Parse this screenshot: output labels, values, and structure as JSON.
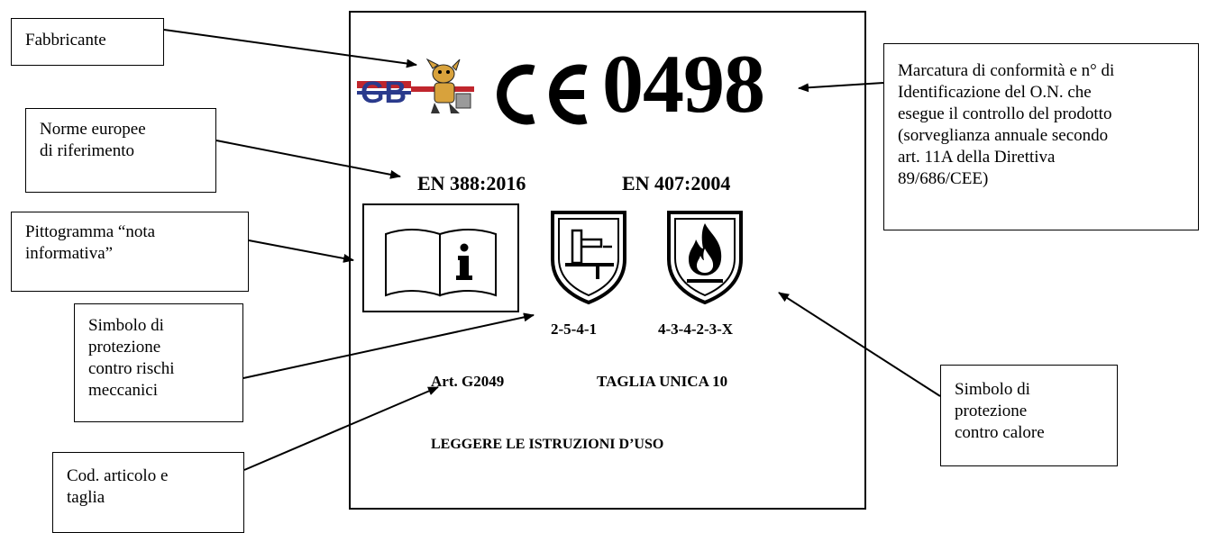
{
  "callouts": {
    "fabbricante": [
      "Fabbricante"
    ],
    "norme": [
      "Norme europee",
      "di riferimento"
    ],
    "pittogramma": [
      "Pittogramma “nota",
      "informativa”"
    ],
    "meccanici": [
      "Simbolo di",
      "protezione",
      "contro rischi",
      "meccanici"
    ],
    "articolo": [
      "Cod. articolo e",
      "taglia"
    ],
    "marcatura": [
      "Marcatura di conformità e n° di",
      "Identificazione del O.N. che",
      "esegue il controllo del prodotto",
      "(sorveglianza annuale secondo",
      "art. 11A della Direttiva",
      "89/686/CEE)"
    ],
    "calore": [
      "Simbolo di",
      "protezione",
      "contro calore"
    ]
  },
  "label": {
    "logo_text": "GB",
    "ce_mark": "CE",
    "notified_body": "0498",
    "standard_1": "EN 388:2016",
    "standard_2": "EN 407:2004",
    "code_mechanical": "2-5-4-1",
    "code_heat": "4-3-4-2-3-X",
    "article": "Art. G2049",
    "size": "TAGLIA UNICA 10",
    "instructions": "LEGGERE LE ISTRUZIONI D’USO"
  },
  "icons": {
    "manufacturer": "manufacturer-logo-icon",
    "info": "info-book-icon",
    "mechanical": "mechanical-risk-shield-icon",
    "heat": "heat-flame-shield-icon"
  }
}
